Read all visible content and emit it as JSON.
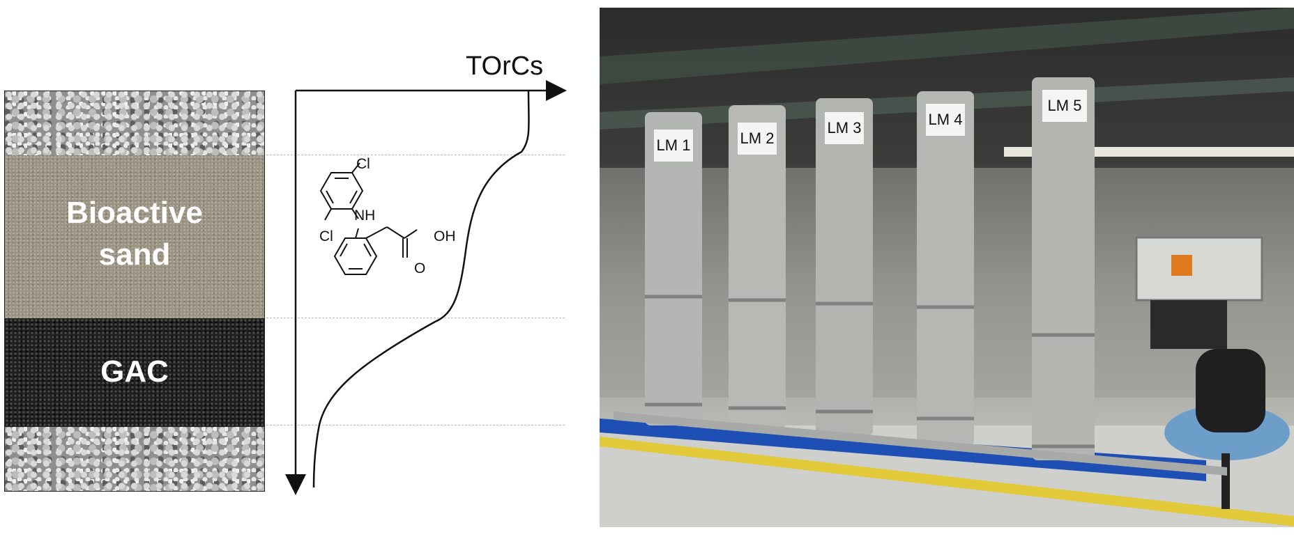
{
  "column": {
    "layers": [
      {
        "name": "gravel-top",
        "label": ""
      },
      {
        "name": "bioactive-sand",
        "label_line1": "Bioactive",
        "label_line2": "sand"
      },
      {
        "name": "gac",
        "label": "GAC"
      },
      {
        "name": "gravel-bottom",
        "label": ""
      }
    ]
  },
  "profile": {
    "axis_label": "TOrCs"
  },
  "molecule": {
    "atoms": {
      "cl_top": "Cl",
      "nh": "NH",
      "cl_bottom": "Cl",
      "oh": "OH",
      "o": "O"
    }
  },
  "photo": {
    "tank_labels": [
      "LM 1",
      "LM 2",
      "LM 3",
      "LM 4",
      "LM 5"
    ],
    "colors": {
      "steel": "#b4b6b3",
      "base_frame": "#1d4fb5",
      "ceiling": "#2c2c2c",
      "floor": "#cfd0cc"
    }
  }
}
